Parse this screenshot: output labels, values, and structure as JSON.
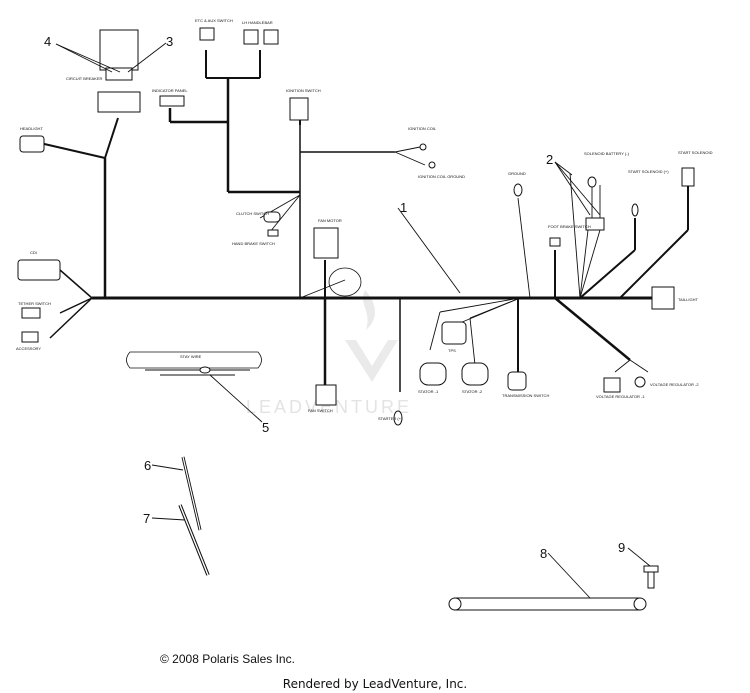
{
  "labels": {
    "etc_aux_switch": "ETC & AUX SWITCH",
    "lh_handlebar": "LH HANDLEBAR",
    "circuit_breaker": "CIRCUIT BREAKER",
    "indicator_panel": "INDICATOR PANEL",
    "ignition_switch": "IGNITION SWITCH",
    "headlight": "HEADLIGHT",
    "ignition_coil": "IGNITION COIL",
    "ignition_coil_ground": "IGNITION COIL GROUND",
    "ground": "GROUND",
    "solenoid_battery": "SOLENOID BATTERY (-)",
    "start_solenoid_pos": "START SOLENOID (+)",
    "start_solenoid": "START SOLENOID",
    "clutch_switch": "CLUTCH SWITCH",
    "hand_brake_switch": "HAND BRAKE SWITCH",
    "fan_motor": "FAN MOTOR",
    "foot_brake_switch": "FOOT BRAKE SWITCH",
    "cdi": "CDI",
    "taillight": "TAILLIGHT",
    "tether_switch": "TETHER SWITCH",
    "accessory": "ACCESSORY",
    "tps": "TPS",
    "stator_1": "STATOR -1",
    "stator_2": "STATOR -2",
    "transmission_switch": "TRANSMISSION SWITCH",
    "voltage_regulator_1": "VOLTAGE REGULATOR -1",
    "voltage_regulator_2": "VOLTAGE REGULATOR -2",
    "stay_wire": "STAY WIRE",
    "fan_switch": "FAN SWITCH",
    "starter": "STARTER (+)"
  },
  "callouts": [
    "1",
    "2",
    "3",
    "4",
    "5",
    "6",
    "7",
    "8",
    "9"
  ],
  "watermark": "LEADVENTURE",
  "copyright": "© 2008 Polaris Sales Inc.",
  "rendered_by": "Rendered by LeadVenture, Inc."
}
